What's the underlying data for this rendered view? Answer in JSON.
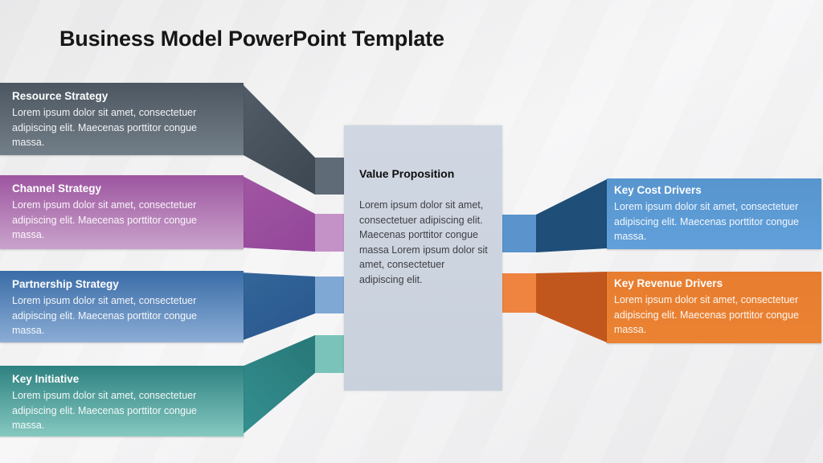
{
  "title": "Business Model PowerPoint Template",
  "lorem_short": "Lorem ipsum dolor sit amet, consectetuer adipiscing elit. Maecenas porttitor congue massa.",
  "left_banners": [
    {
      "title": "Resource Strategy",
      "body": "Lorem ipsum dolor sit amet, consectetuer adipiscing elit. Maecenas porttitor congue massa.",
      "color_top": "#4c5661",
      "color_bottom": "#727e88",
      "arm_color": "#4a545f",
      "stub_color": "#5f6b77"
    },
    {
      "title": "Channel Strategy",
      "body": "Lorem ipsum dolor sit amet, consectetuer adipiscing elit. Maecenas porttitor congue massa.",
      "color_top": "#9d55a0",
      "color_bottom": "#c9a3cb",
      "arm_color": "#9c509e",
      "stub_color": "#c592c7"
    },
    {
      "title": "Partnership Strategy",
      "body": "Lorem ipsum dolor sit amet, consectetuer adipiscing elit. Maecenas porttitor congue massa.",
      "color_top": "#3a6ca7",
      "color_bottom": "#8badd5",
      "arm_color": "#2e5f97",
      "stub_color": "#7fa8d5"
    },
    {
      "title": "Key Initiative",
      "body": "Lorem ipsum dolor sit amet, consectetuer adipiscing elit. Maecenas porttitor congue massa.",
      "color_top": "#2d8181",
      "color_bottom": "#85c8c0",
      "arm_color": "#2e8282",
      "stub_color": "#79c3ba"
    }
  ],
  "center": {
    "title": "Value Proposition",
    "body": "Lorem ipsum dolor sit amet, consectetuer adipiscing elit. Maecenas porttitor congue massa Lorem ipsum dolor sit amet, consectetuer adipiscing elit.",
    "fill": "#ccd4e0"
  },
  "right_banners": [
    {
      "title": "Key Cost Drivers",
      "body": "Lorem ipsum dolor sit amet, consectetuer adipiscing elit. Maecenas porttitor congue massa.",
      "color": "#5b9ad3",
      "arm_color": "#1f4e79",
      "stub_color": "#5b93cc"
    },
    {
      "title": "Key Revenue Drivers",
      "body": "Lorem ipsum dolor sit amet, consectetuer adipiscing elit. Maecenas porttitor congue massa.",
      "color": "#e87d2f",
      "arm_color": "#c2571d",
      "stub_color": "#ef8340"
    }
  ]
}
